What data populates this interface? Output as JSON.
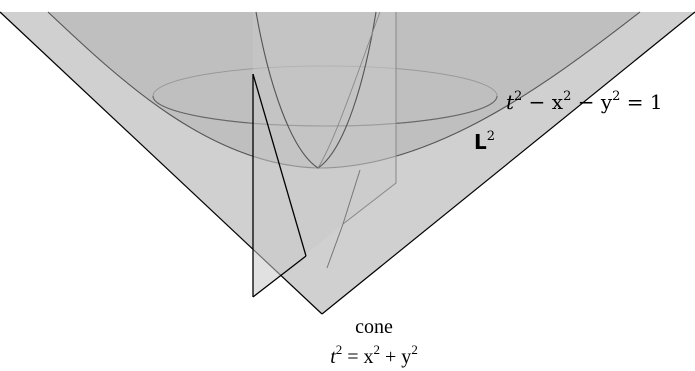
{
  "labels": {
    "hyperboloid_equation": {
      "lhs_t": "t",
      "exp1": "2",
      "mid1": " − x",
      "exp2": "2",
      "mid2": " − y",
      "exp3": "2",
      "rhs": " = 1"
    },
    "space_name": {
      "base": "L",
      "exp": "2"
    },
    "cone_title": "cone",
    "cone_equation": {
      "t": "t",
      "exp1": "2",
      "eq": " = x",
      "exp2": "2",
      "plus": " + y",
      "exp3": "2"
    }
  },
  "colors": {
    "cone_fill": "#d0d0d0",
    "cone_stroke": "#000000",
    "hyperboloid_fill": "#bdbdbd",
    "hyperboloid_stroke": "#555555",
    "plane_fill": "#e4e4e4",
    "inner_curve": "#777777",
    "ellipse_stroke": "#999999"
  }
}
